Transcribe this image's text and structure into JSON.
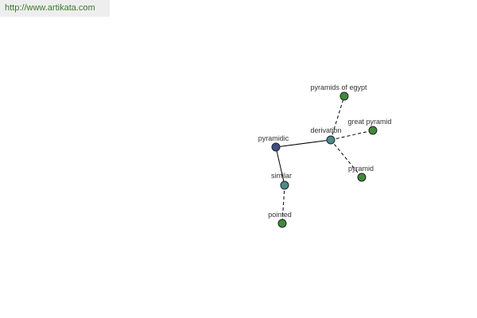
{
  "header": {
    "url": "http://www.artikata.com"
  },
  "colors": {
    "root": "#3d4f8a",
    "relation": "#4a8c8c",
    "leaf": "#3f8a3a"
  },
  "graph": {
    "nodes": [
      {
        "id": "pyramidic",
        "label": "pyramidic",
        "kind": "root"
      },
      {
        "id": "derivation",
        "label": "derivation",
        "kind": "relation"
      },
      {
        "id": "similar",
        "label": "similar",
        "kind": "relation"
      },
      {
        "id": "pyramids-of-egypt",
        "label": "pyramids of egypt",
        "kind": "leaf"
      },
      {
        "id": "great-pyramid",
        "label": "great pyramid",
        "kind": "leaf"
      },
      {
        "id": "pyramid",
        "label": "pyramid",
        "kind": "leaf"
      },
      {
        "id": "pointed",
        "label": "pointed",
        "kind": "leaf"
      }
    ],
    "edges": [
      {
        "from": "pyramidic",
        "to": "derivation",
        "style": "solid"
      },
      {
        "from": "pyramidic",
        "to": "similar",
        "style": "solid"
      },
      {
        "from": "derivation",
        "to": "pyramids-of-egypt",
        "style": "dashed"
      },
      {
        "from": "derivation",
        "to": "great-pyramid",
        "style": "dashed"
      },
      {
        "from": "derivation",
        "to": "pyramid",
        "style": "dashed"
      },
      {
        "from": "similar",
        "to": "pointed",
        "style": "dashed"
      }
    ]
  }
}
